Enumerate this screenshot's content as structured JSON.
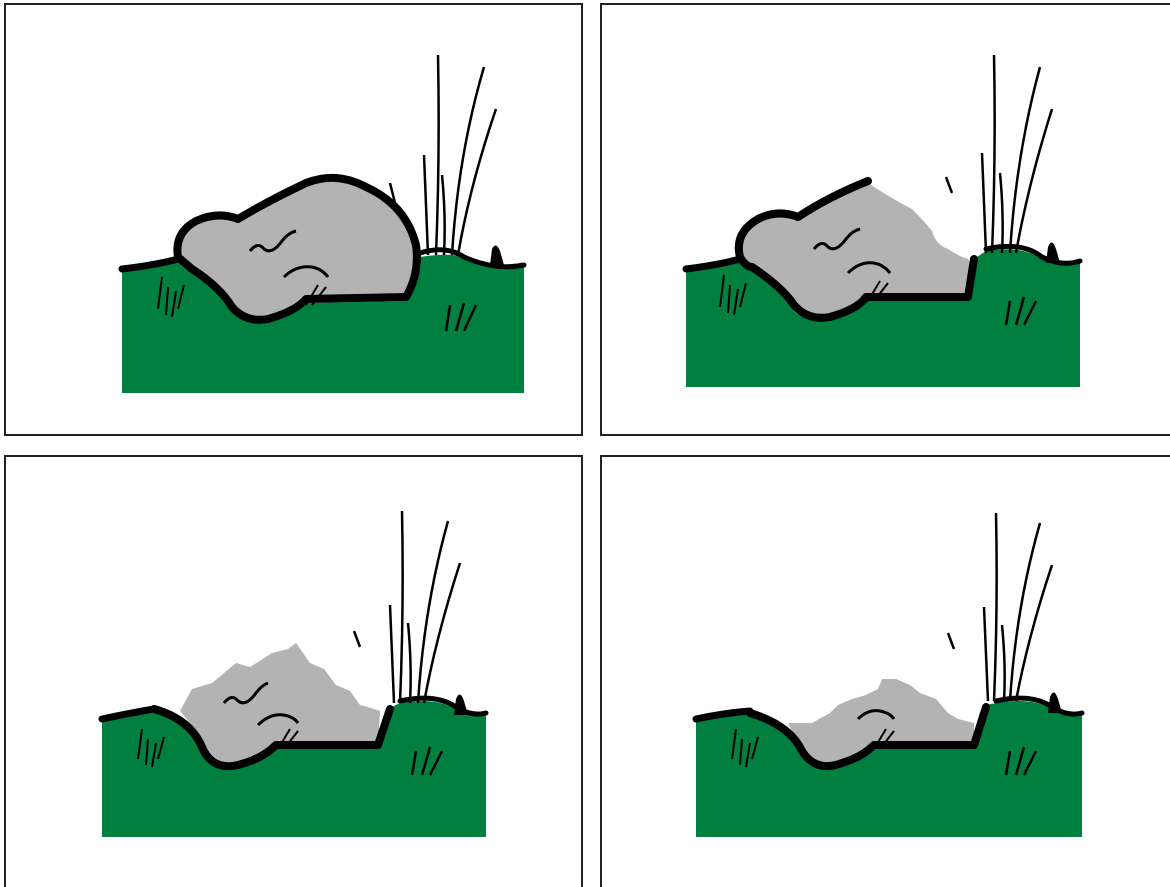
{
  "colors": {
    "grass": "#007f3f",
    "rock": "#b3b3b3",
    "outline": "#000000",
    "panel_border": "#222222",
    "background": "#ffffff"
  },
  "panels": [
    {
      "stage": 1,
      "rock_fraction_remaining": 1.0
    },
    {
      "stage": 2,
      "rock_fraction_remaining": 0.75
    },
    {
      "stage": 3,
      "rock_fraction_remaining": 0.5
    },
    {
      "stage": 4,
      "rock_fraction_remaining": 0.2
    }
  ]
}
